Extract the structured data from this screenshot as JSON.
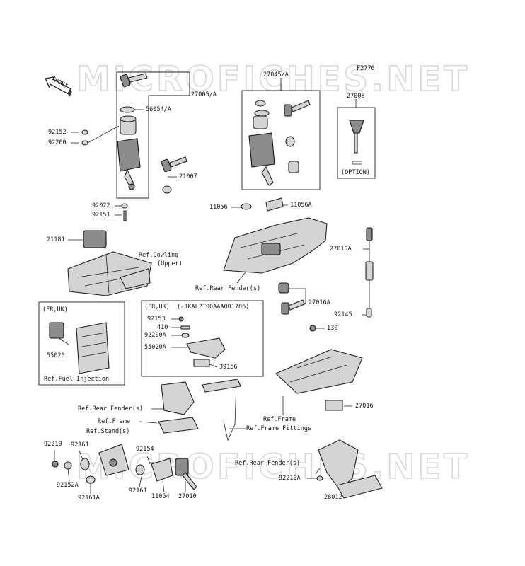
{
  "watermark": "MICROFICHES.NET",
  "figure_code": "F2770",
  "front_label": "FRONT",
  "callouts": [
    {
      "id": "27005A",
      "text": "27005/A"
    },
    {
      "id": "56054A",
      "text": "56054/A"
    },
    {
      "id": "92152",
      "text": "92152"
    },
    {
      "id": "92200",
      "text": "92200"
    },
    {
      "id": "21007",
      "text": "21007"
    },
    {
      "id": "92022",
      "text": "92022"
    },
    {
      "id": "92151",
      "text": "92151"
    },
    {
      "id": "27045A",
      "text": "27045/A"
    },
    {
      "id": "27008",
      "text": "27008"
    },
    {
      "id": "option",
      "text": "(OPTION)"
    },
    {
      "id": "11056",
      "text": "11056"
    },
    {
      "id": "11056A",
      "text": "11056A"
    },
    {
      "id": "21181",
      "text": "21181"
    },
    {
      "id": "refCowling",
      "text": "Ref.Cowling"
    },
    {
      "id": "upper",
      "text": "(Upper)"
    },
    {
      "id": "27010A",
      "text": "27010A"
    },
    {
      "id": "refRearFender1",
      "text": "Ref.Rear Fender(s)"
    },
    {
      "id": "27016A",
      "text": "27016A"
    },
    {
      "id": "92145",
      "text": "92145"
    },
    {
      "id": "frUk1",
      "text": "(FR,UK)"
    },
    {
      "id": "55020",
      "text": "55020"
    },
    {
      "id": "refFuelInjection",
      "text": "Ref.Fuel Injection"
    },
    {
      "id": "frUk2",
      "text": "(FR,UK)"
    },
    {
      "id": "serial",
      "text": "(-JKALZT00AAA001786)"
    },
    {
      "id": "92153",
      "text": "92153"
    },
    {
      "id": "410",
      "text": "410"
    },
    {
      "id": "92200A",
      "text": "92200A"
    },
    {
      "id": "55020A",
      "text": "55020A"
    },
    {
      "id": "39156",
      "text": "39156"
    },
    {
      "id": "130",
      "text": "130"
    },
    {
      "id": "27016",
      "text": "27016"
    },
    {
      "id": "refFrame1",
      "text": "Ref.Frame"
    },
    {
      "id": "refRearFender2",
      "text": "Ref.Rear Fender(s)"
    },
    {
      "id": "refFrame2",
      "text": "Ref.Frame"
    },
    {
      "id": "refStand",
      "text": "Ref.Stand(s)"
    },
    {
      "id": "refFrameFittings",
      "text": "Ref.Frame Fittings"
    },
    {
      "id": "92210",
      "text": "92210"
    },
    {
      "id": "92161a",
      "text": "92161"
    },
    {
      "id": "92154",
      "text": "92154"
    },
    {
      "id": "92152A",
      "text": "92152A"
    },
    {
      "id": "92161b",
      "text": "92161"
    },
    {
      "id": "11054",
      "text": "11054"
    },
    {
      "id": "27010",
      "text": "27010"
    },
    {
      "id": "92161A",
      "text": "92161A"
    },
    {
      "id": "refRearFender3",
      "text": "Ref.Rear Fender(s)"
    },
    {
      "id": "92210A",
      "text": "92210A"
    },
    {
      "id": "28012",
      "text": "28012"
    }
  ]
}
